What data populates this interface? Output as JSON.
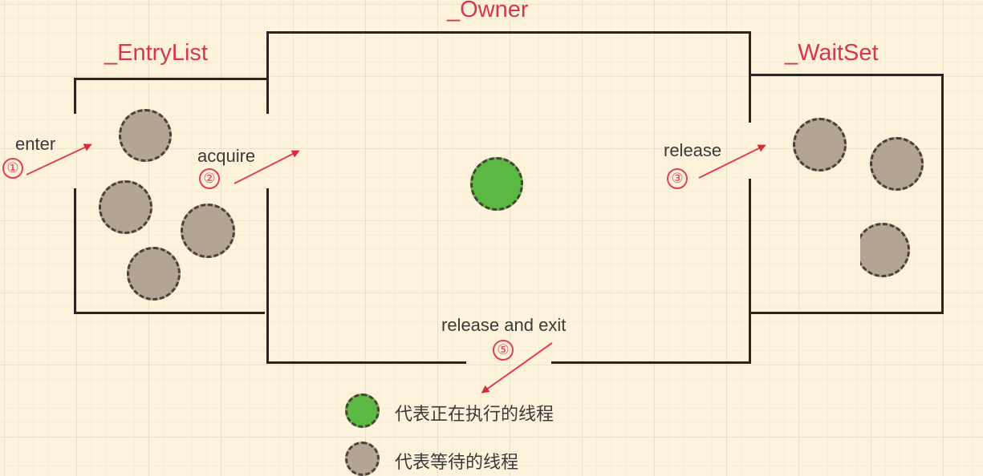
{
  "regions": {
    "entry_list": {
      "title": "_EntryList"
    },
    "owner": {
      "title": "_Owner"
    },
    "wait_set": {
      "title": "_WaitSet"
    }
  },
  "transitions": [
    {
      "step": "①",
      "label": "enter"
    },
    {
      "step": "②",
      "label": "acquire"
    },
    {
      "step": "③",
      "label": "release"
    },
    {
      "step": "⑤",
      "label": "release and exit"
    }
  ],
  "threads": {
    "entry_list_waiting_count": 4,
    "owner_running_count": 1,
    "wait_set_waiting_count": 3
  },
  "legend": [
    {
      "symbol": "green-dashed-circle",
      "text": "代表正在执行的线程"
    },
    {
      "symbol": "gray-dashed-circle",
      "text": "代表等待的线程"
    }
  ],
  "colors": {
    "background": "#fdf3dc",
    "title_red": "#d6384a",
    "arrow_red": "#e0303f",
    "running_green": "#5bb843",
    "waiting_gray": "#b3a493",
    "wall": "#2b2420"
  }
}
